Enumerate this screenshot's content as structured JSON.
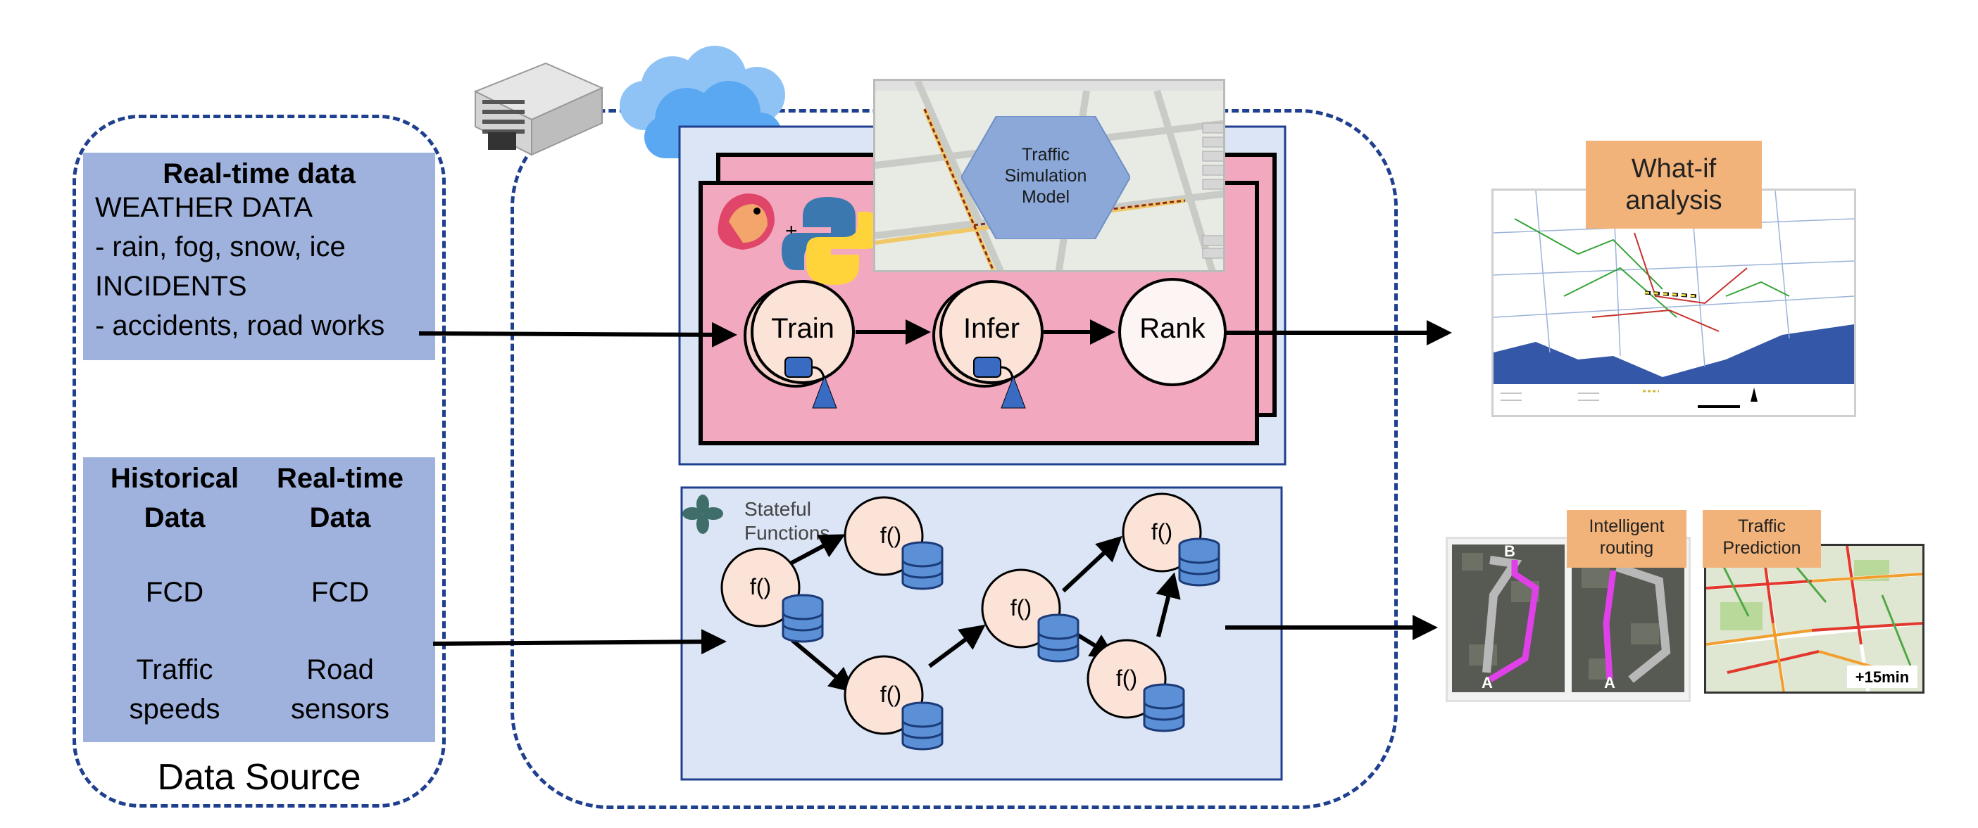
{
  "data_source": {
    "caption": "Data Source",
    "realtime_panel": {
      "title": "Real-time data",
      "lines": [
        "WEATHER DATA",
        "- rain, fog, snow, ice",
        "INCIDENTS",
        "- accidents, road works"
      ]
    },
    "historical_panel": {
      "col1_header": [
        "Historical",
        "Data"
      ],
      "col2_header": [
        "Real-time",
        "Data"
      ],
      "col1_items": [
        "FCD",
        "Traffic",
        "speeds"
      ],
      "col2_items": [
        "FCD",
        "Road",
        "sensors"
      ]
    }
  },
  "pipeline": {
    "simulation_label": [
      "Traffic",
      "Simulation",
      "Model"
    ],
    "nodes": {
      "train": "Train",
      "infer": "Infer",
      "rank": "Rank"
    },
    "plus_sign": "+"
  },
  "stateful": {
    "label_line1": "Stateful",
    "label_line2": "Functions",
    "function_label": "f()"
  },
  "outputs": {
    "what_if": [
      "What-if",
      "analysis"
    ],
    "routing": [
      "Intelligent",
      "routing"
    ],
    "prediction": [
      "Traffic",
      "Prediction"
    ],
    "prediction_badge": "+15min",
    "route_markers": {
      "start": "A",
      "end": "B"
    }
  },
  "colors": {
    "dash_border": "#1f3f8f",
    "panel_fill": "#9fb2dd",
    "pipeline_fill": "#f2a9c0",
    "stateful_fill": "#dbe5f5",
    "node_fill": "#fbe3d8",
    "orange_label": "#f2b37a",
    "hexagon": "#8ba8d8"
  }
}
